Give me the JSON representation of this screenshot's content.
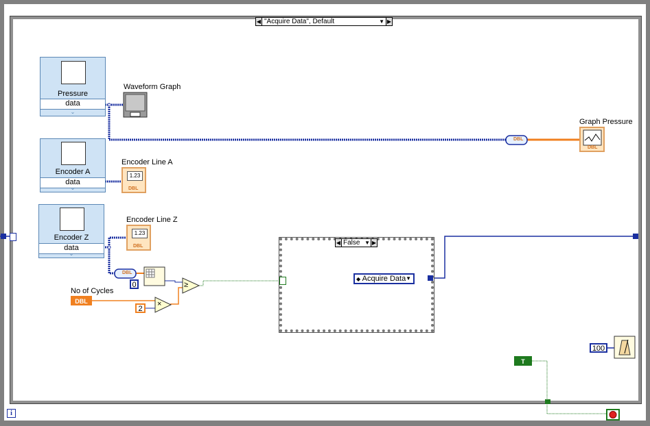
{
  "outer_case": {
    "selector_label": "\"Acquire Data\", Default",
    "left_arrow": "◀",
    "right_arrow": "▶",
    "dropdown": "▼"
  },
  "daq_nodes": [
    {
      "title": "Pressure",
      "property": "data"
    },
    {
      "title": "Encoder A",
      "property": "data"
    },
    {
      "title": "Encoder Z",
      "property": "data"
    }
  ],
  "labels": {
    "waveform_graph": "Waveform Graph",
    "graph_pressure": "Graph Pressure",
    "encoder_line_a": "Encoder Line A",
    "encoder_line_z": "Encoder Line Z",
    "no_of_cycles": "No of Cycles"
  },
  "indicators": {
    "encoder_a_value": "1.23",
    "encoder_a_type": "DBL",
    "encoder_z_value": "1.23",
    "encoder_z_type": "DBL",
    "graph_type": "DBL"
  },
  "controls": {
    "no_of_cycles_type": "DBL"
  },
  "constants": {
    "zero": "0",
    "two": "2",
    "wait_ms": "100",
    "true_const": "T"
  },
  "inner_case": {
    "selector_label": "False",
    "enum_value": "Acquire Data",
    "enum_prefix": "◆"
  },
  "primitives": {
    "multiply": "×",
    "greater_equal": "≥",
    "convert": "DBL"
  },
  "info_icon": "i",
  "colors": {
    "blue_wire": "#1a2fa0",
    "orange_wire": "#f08020",
    "green_wire": "#1e7a1e",
    "frame_gray": "#808080",
    "daq_fill": "#cfe3f5"
  }
}
